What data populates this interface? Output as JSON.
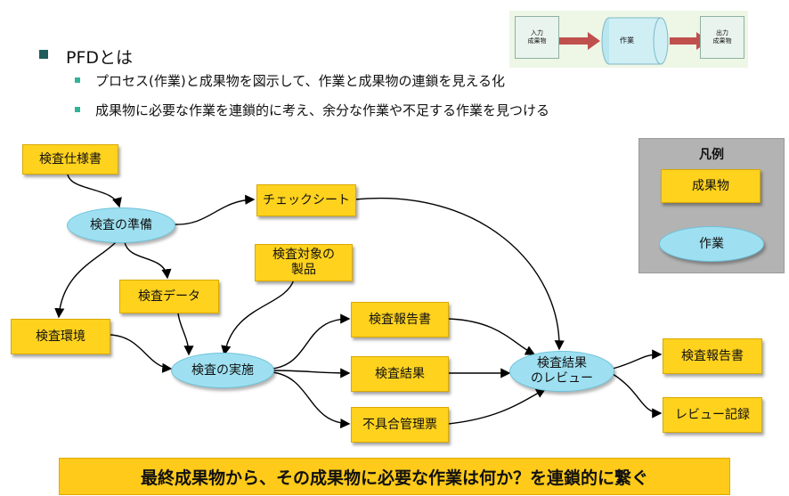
{
  "heading": "PFDとは",
  "bullets": [
    "プロセス(作業)と成果物を図示して、作業と成果物の連鎖を見える化",
    "成果物に必要な作業を連鎖的に考え、余分な作業や不足する作業を見つける"
  ],
  "inset": {
    "input_line1": "入力",
    "input_line2": "成果物",
    "process": "作業",
    "output_line1": "出力",
    "output_line2": "成果物"
  },
  "nodes": {
    "spec": "検査仕様書",
    "prepare": "検査の準備",
    "checksheet": "チェックシート",
    "target_line1": "検査対象の",
    "target_line2": "製品",
    "data": "検査データ",
    "env": "検査環境",
    "execute": "検査の実施",
    "report_mid": "検査報告書",
    "result": "検査結果",
    "defect": "不具合管理票",
    "review_line1": "検査結果",
    "review_line2": "のレビュー",
    "report_out": "検査報告書",
    "review_record": "レビュー記録"
  },
  "legend": {
    "title": "凡例",
    "deliverable": "成果物",
    "process": "作業"
  },
  "banner": "最終成果物から、その成果物に必要な作業は何か？を連鎖的に繋ぐ",
  "colors": {
    "deliverable_fill": "#ffd21e",
    "process_fill": "#9ee0f1",
    "banner_fill": "#ffca1a",
    "legend_bg": "#b3b3b3",
    "inset_arrow": "#c0504d"
  }
}
